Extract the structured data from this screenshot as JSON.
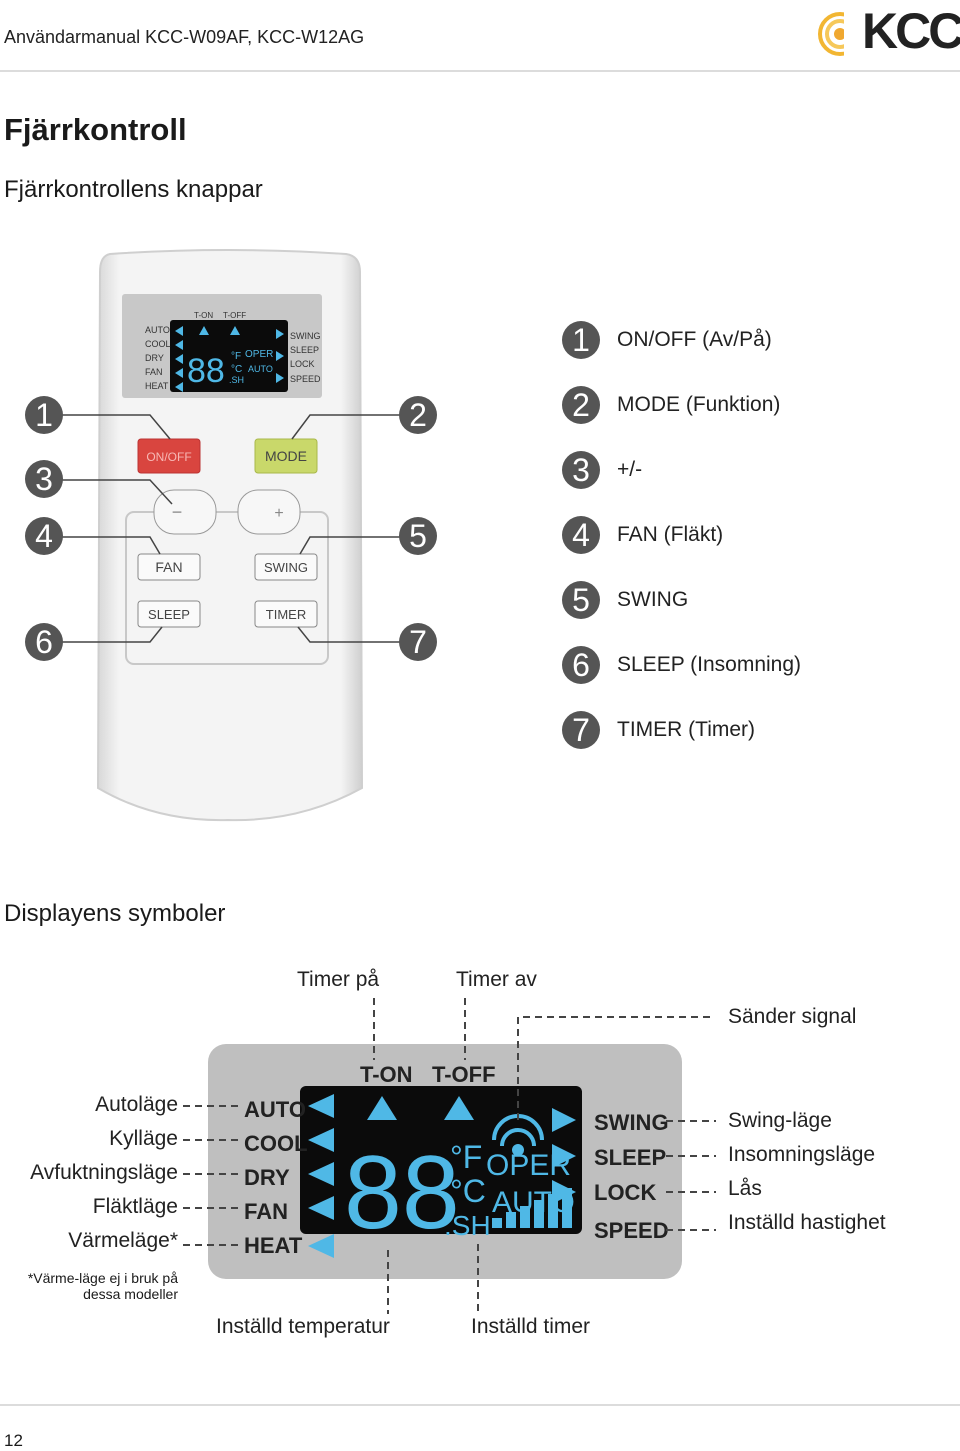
{
  "header": {
    "doc_title": "Användarmanual KCC-W09AF, KCC-W12AG",
    "logo_text": "KCC"
  },
  "page": {
    "title": "Fjärrkontroll",
    "subtitle": "Fjärrkontrollens knappar",
    "section2": "Displayens symboler",
    "page_number": "12"
  },
  "remote": {
    "lcd_left": [
      "AUTO",
      "COOL",
      "DRY",
      "FAN",
      "HEAT"
    ],
    "lcd_right": [
      "SWING",
      "SLEEP",
      "LOCK",
      "SPEED"
    ],
    "lcd_top": [
      "T-ON",
      "T-OFF"
    ],
    "digits": "88",
    "unit_f": "°F",
    "unit_c": "°C",
    "oper": "OPER",
    "auto": "AUTO",
    "sh": ".SH",
    "buttons": {
      "onoff": "ON/OFF",
      "mode": "MODE",
      "minus": "−",
      "plus": "+",
      "fan": "FAN",
      "swing": "SWING",
      "sleep": "SLEEP",
      "timer": "TIMER"
    },
    "callouts": [
      "1",
      "2",
      "3",
      "4",
      "5",
      "6",
      "7"
    ]
  },
  "legend": [
    {
      "num": "1",
      "label": "ON/OFF (Av/På)"
    },
    {
      "num": "2",
      "label": "MODE (Funktion)"
    },
    {
      "num": "3",
      "label": "+/-"
    },
    {
      "num": "4",
      "label": "FAN (Fläkt)"
    },
    {
      "num": "5",
      "label": "SWING"
    },
    {
      "num": "6",
      "label": "SLEEP (Insomning)"
    },
    {
      "num": "7",
      "label": "TIMER (Timer)"
    }
  ],
  "display": {
    "timer_on": "Timer på",
    "timer_off": "Timer av",
    "sender": "Sänder signal",
    "left_labels": [
      "Autoläge",
      "Kylläge",
      "Avfuktningsläge",
      "Fläktläge",
      "Värmeläge*"
    ],
    "right_labels": [
      "Swing-läge",
      "Insomningsläge",
      "Lås",
      "Inställd hastighet"
    ],
    "bottom_temp": "Inställd temperatur",
    "bottom_timer": "Inställd timer",
    "note": "*Värme-läge ej i bruk på dessa modeller"
  },
  "colors": {
    "lcd_bg": "#0b0b0b",
    "lcd_fg": "#4fb8e6",
    "onoff": "#d9453f",
    "mode": "#c9d86a",
    "badge": "#555555",
    "panel": "#bfbfbf"
  }
}
